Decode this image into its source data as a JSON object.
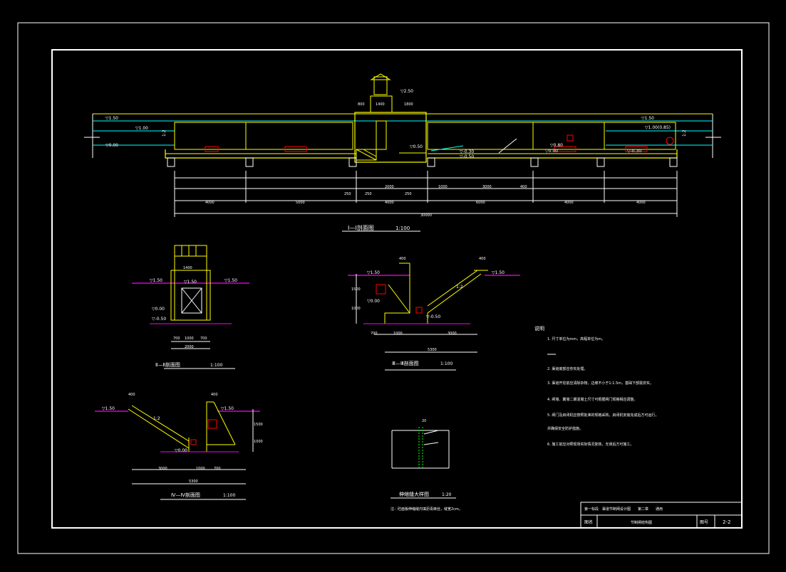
{
  "colors": {
    "background": "#000000",
    "frame": "#ffffff",
    "outline": "#ffff00",
    "water": "#00ffff",
    "ground": "#ff00ff",
    "dim": "#ffffff",
    "section_fill": "#ff0000",
    "accent": "#00ff00"
  },
  "main_section": {
    "title": "Ⅰ—Ⅰ剖面图",
    "scale": "1:100",
    "levels": [
      "▽1.50",
      "▽1.00",
      "▽0.00",
      "▽0.50",
      "▽-0.30",
      "▽-0.50",
      "▽2.50",
      "▽0.80",
      "▽1.50",
      "▽1.00(0.85)",
      "▽0.00",
      "▽-0.30"
    ],
    "slopes": [
      "1:2",
      "1:2"
    ],
    "bottom_dims": [
      "4000",
      "5000",
      "4000",
      "6000",
      "4000",
      "4000"
    ],
    "upper_dims": [
      "250",
      "250",
      "2000",
      "250",
      "1000",
      "3000",
      "400"
    ],
    "top_dims": [
      "800",
      "1400",
      "1800"
    ],
    "total": "30000"
  },
  "section_2": {
    "title": "Ⅱ—Ⅱ剖面图",
    "scale": "1:100",
    "levels": [
      "▽1.50",
      "▽1.50",
      "▽1.50",
      "▽0.00",
      "▽-0.50"
    ],
    "dims": [
      "700",
      "1000",
      "700",
      "2000",
      "1400"
    ]
  },
  "section_3": {
    "title": "Ⅲ—Ⅲ剖面图",
    "scale": "1:100",
    "levels": [
      "▽1.50",
      "▽1.50",
      "▽0.00",
      "▽-0.50"
    ],
    "dims": [
      "400",
      "400",
      "700",
      "1000",
      "3000",
      "5300",
      "1500",
      "1000"
    ],
    "slope": "1:2"
  },
  "section_4": {
    "title": "Ⅳ—Ⅳ剖面图",
    "scale": "1:100",
    "levels": [
      "▽1.50",
      "▽1.50",
      "▽0.00"
    ],
    "dims": [
      "400",
      "400",
      "3000",
      "1000",
      "700",
      "5300",
      "1500",
      "1000"
    ],
    "slope": "1:2"
  },
  "detail": {
    "title": "伸缩缝大样图",
    "scale": "1:20",
    "note": "注：砼面板伸缩缝内填沥青麻丝，缝宽2cm。",
    "dim": "20"
  },
  "notes": {
    "heading": "说明",
    "items": [
      "1. 尺寸单位为mm，高程单位为m。",
      "2. 渠道底部应夯实处理。",
      "3. 渠道开挖前应清除杂物，边坡不小于1:1.5m，基础下部需夯实。",
      "4. 闸墙、翼墙二期混凝土尺寸可根据闸门规格相应调整。",
      "5. 闸门及启闭机应按照批准的规格采购，启闭机安装完成后方可运行，",
      "   并确保安全防护措施。",
      "6. 施工前应对照现场实际情况复核，无误后方可施工。"
    ]
  },
  "title_block": {
    "project": "第一标段　渠道节制闸设计图　　第二章　　通用",
    "label_name": "图名",
    "drawing_name": "节制闸结构图",
    "label_no": "图号",
    "drawing_no": "2-2"
  }
}
